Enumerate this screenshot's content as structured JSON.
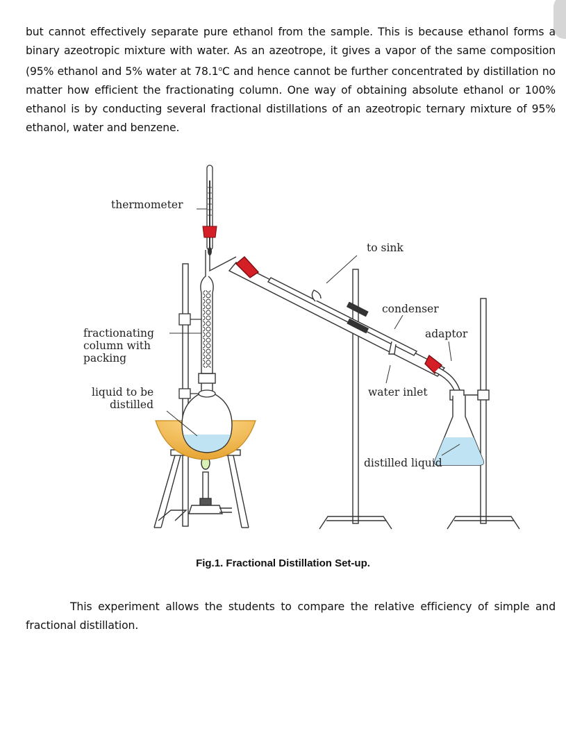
{
  "paragraph_1": {
    "before": "but cannot effectively separate pure ethanol from the sample. This is because ethanol forms a binary azeotropic mixture with water. As an azeotrope, it gives a vapor of the same composition (95% ethanol and 5% water at 78.1",
    "degree": "o",
    "after": "C and hence cannot be further concentrated by distillation no matter how efficient the fractionating column. One way of obtaining absolute ethanol or 100% ethanol is by conducting several fractional distillations of an azeotropic ternary mixture of 95% ethanol, water and benzene."
  },
  "figure": {
    "labels": {
      "thermometer": "thermometer",
      "to_sink": "to sink",
      "condenser": "condenser",
      "adaptor": "adaptor",
      "column_line1": "fractionating",
      "column_line2": "column with",
      "column_line3": "packing",
      "liquid_line1": "liquid to be",
      "liquid_line2": "distilled",
      "water_inlet": "water inlet",
      "distilled_liquid": "distilled liquid"
    },
    "caption": "Fig.1. Fractional Distillation Set-up."
  },
  "paragraph_2": "This experiment allows the students to compare the relative efficiency of simple and fractional distillation.",
  "colors": {
    "clamp_red": "#d41f26",
    "liquid_blue": "#bfe3f2",
    "bath_gold": "#f5b73d"
  }
}
